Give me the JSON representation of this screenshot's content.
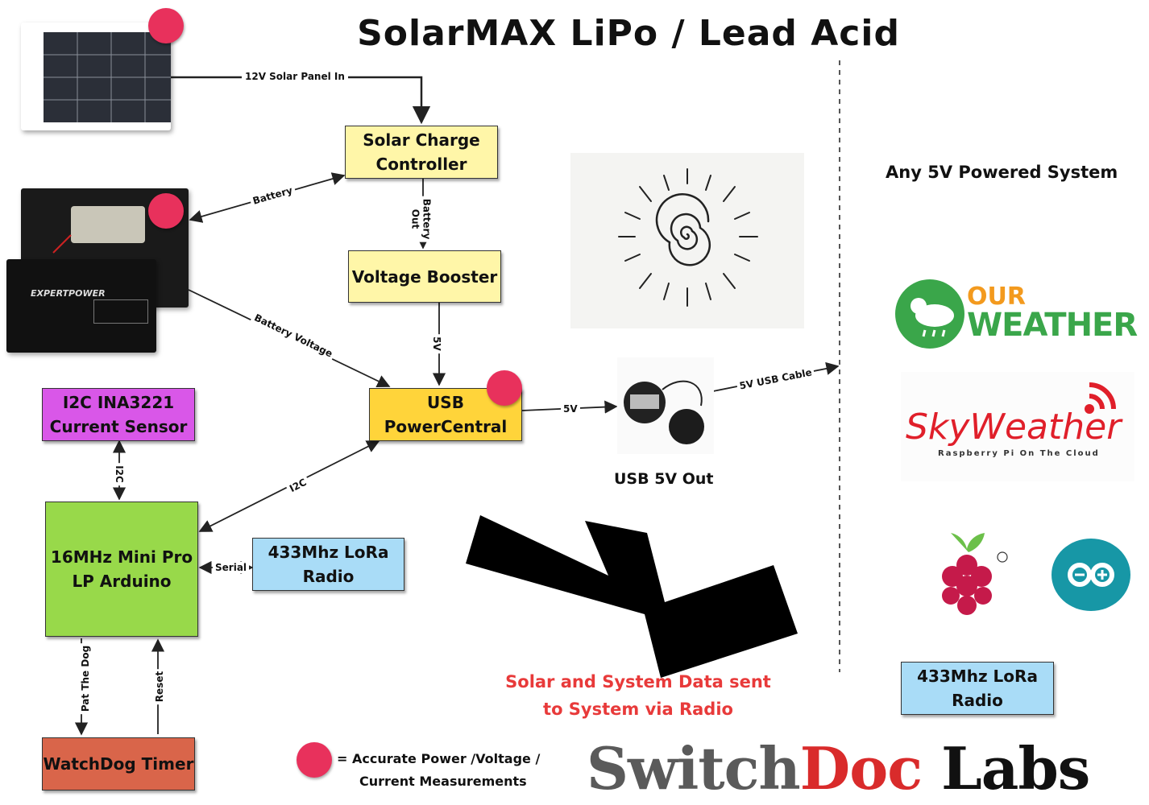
{
  "title": "SolarMAX LiPo  / Lead Acid",
  "boxes": {
    "solar_charge_controller": {
      "line1": "Solar Charge",
      "line2": "Controller",
      "color": "#fff6a8"
    },
    "voltage_booster": {
      "label": "Voltage Booster",
      "color": "#fff6a8"
    },
    "usb_powercentral": {
      "line1": "USB",
      "line2": "PowerCentral",
      "color": "#ffd43a"
    },
    "current_sensor": {
      "line1": "I2C INA3221",
      "line2": "Current Sensor",
      "color": "#d957e8"
    },
    "arduino": {
      "line1": "16MHz Mini Pro",
      "line2": "LP Arduino",
      "color": "#98d94a"
    },
    "lora_left": {
      "line1": "433Mhz LoRa",
      "line2": "Radio",
      "color": "#a9dcf7"
    },
    "lora_right": {
      "line1": "433Mhz LoRa",
      "line2": "Radio",
      "color": "#a9dcf7"
    },
    "watchdog": {
      "label": "WatchDog Timer",
      "color": "#d9654a"
    }
  },
  "connections": {
    "solar_in": "12V Solar Panel In",
    "battery": "Battery",
    "battery_out_1": "Battery",
    "battery_out_2": "Out",
    "battery_voltage": "Battery Voltage",
    "five_v_booster": "5V",
    "five_v_usb": "5V",
    "usb_cable": "5V USB Cable",
    "i2c_sensor": "I2C",
    "i2c_power": "I2C",
    "serial": "Serial",
    "pat_the_dog": "Pat The Dog",
    "reset": "Reset"
  },
  "usb_out_label": "USB 5V Out",
  "right_heading": "Any 5V Powered System",
  "ourweather": {
    "line1": "OUR",
    "line2": "WEATHER"
  },
  "skyweather": {
    "name": "SkyWeather",
    "tagline": "Raspberry Pi On The Cloud"
  },
  "radio_message": {
    "line1": "Solar and System Data sent",
    "line2": "to System via Radio"
  },
  "legend": {
    "line1": "= Accurate Power /Voltage /",
    "line2": "Current Measurements"
  },
  "brand": {
    "part1": "Switch",
    "part2": "Doc",
    "part3": "Labs"
  },
  "battery_brand": "EXPERTPOWER",
  "colors": {
    "measure_dot": "#e8315c",
    "radio_text": "#e83a3a",
    "ourweather_green": "#3aa64a",
    "ourweather_orange": "#f39a1e",
    "skyweather_red": "#e01f2a",
    "brand_doc_red": "#d92b2b",
    "brand_gray": "#5a5a5a",
    "arduino_teal": "#1797a6"
  }
}
